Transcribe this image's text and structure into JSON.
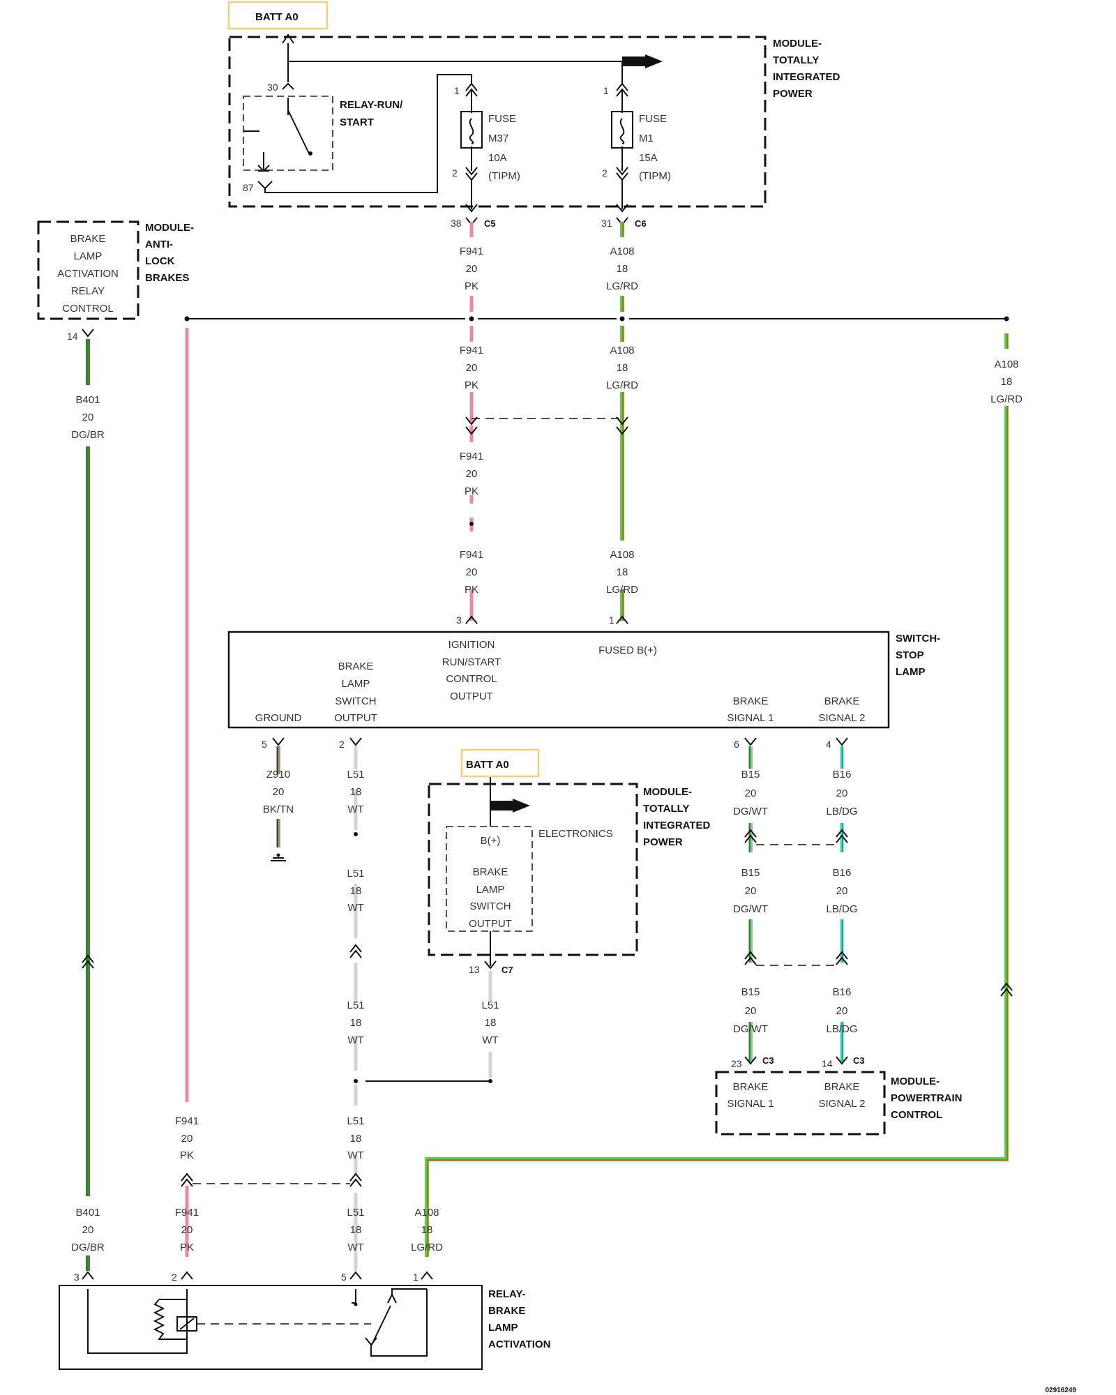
{
  "diagram_id": "02916249",
  "batt": {
    "top": "BATT A0",
    "mid": "BATT A0"
  },
  "tipm_top": {
    "title": [
      "MODULE-",
      "TOTALLY",
      "INTEGRATED",
      "POWER"
    ],
    "relay": {
      "name": [
        "RELAY-RUN/",
        "START"
      ],
      "pin_in": "30",
      "pin_out": "87"
    },
    "fuse_m37": {
      "lines": [
        "FUSE",
        "M37",
        "10A",
        "(TIPM)"
      ],
      "pin_top": "1",
      "pin_bot": "2"
    },
    "fuse_m1": {
      "lines": [
        "FUSE",
        "M1",
        "15A",
        "(TIPM)"
      ],
      "pin_top": "1",
      "pin_bot": "2"
    },
    "c5": {
      "pin": "38",
      "connector": "C5"
    },
    "c6": {
      "pin": "31",
      "connector": "C6"
    }
  },
  "abs": {
    "title": [
      "MODULE-",
      "ANTI-",
      "LOCK",
      "BRAKES"
    ],
    "function": [
      "BRAKE",
      "LAMP",
      "ACTIVATION",
      "RELAY",
      "CONTROL"
    ],
    "pin": "14"
  },
  "wires": {
    "f941": [
      "F941",
      "20",
      "PK"
    ],
    "a108": [
      "A108",
      "18",
      "LG/RD"
    ],
    "b401": [
      "B401",
      "20",
      "DG/BR"
    ],
    "z910": [
      "Z910",
      "20",
      "BK/TN"
    ],
    "l51": [
      "L51",
      "18",
      "WT"
    ],
    "b15": [
      "B15",
      "20",
      "DG/WT"
    ],
    "b16": [
      "B16",
      "20",
      "LB/DG"
    ]
  },
  "switch": {
    "title": [
      "SWITCH-",
      "STOP",
      "LAMP"
    ],
    "ground": "GROUND",
    "brake_lamp_switch_output": [
      "BRAKE",
      "LAMP",
      "SWITCH",
      "OUTPUT"
    ],
    "ignition": [
      "IGNITION",
      "RUN/START",
      "CONTROL",
      "OUTPUT"
    ],
    "fused_b": "FUSED B(+)",
    "brake_signal_1": [
      "BRAKE",
      "SIGNAL 1"
    ],
    "brake_signal_2": [
      "BRAKE",
      "SIGNAL 2"
    ],
    "pin_ign": "3",
    "pin_fused": "1",
    "pin_ground": "5",
    "pin_bls": "2",
    "pin_bs1": "6",
    "pin_bs2": "4"
  },
  "tipm_mid": {
    "title": [
      "MODULE-",
      "TOTALLY",
      "INTEGRATED",
      "POWER"
    ],
    "b_plus": "B(+)",
    "electronics": "ELECTRONICS",
    "output": [
      "BRAKE",
      "LAMP",
      "SWITCH",
      "OUTPUT"
    ],
    "c7": {
      "pin": "13",
      "connector": "C7"
    }
  },
  "pcm": {
    "title": [
      "MODULE-",
      "POWERTRAIN",
      "CONTROL"
    ],
    "bs1": [
      "BRAKE",
      "SIGNAL 1"
    ],
    "bs2": [
      "BRAKE",
      "SIGNAL 2"
    ],
    "c3a": {
      "pin": "23",
      "connector": "C3"
    },
    "c3b": {
      "pin": "14",
      "connector": "C3"
    }
  },
  "relay_bottom": {
    "title": [
      "RELAY-",
      "BRAKE",
      "LAMP",
      "ACTIVATION"
    ],
    "pins": [
      "3",
      "2",
      "5",
      "1"
    ]
  },
  "colors": {
    "pk": "#e889a5",
    "lg": "#52d63a",
    "rd": "#d2463a",
    "dg": "#1f8a2b",
    "br": "#8a6f4a",
    "wt": "#d4d4d4",
    "lb": "#3fd6cf",
    "bk": "#444444",
    "tn": "#c8b07a"
  }
}
